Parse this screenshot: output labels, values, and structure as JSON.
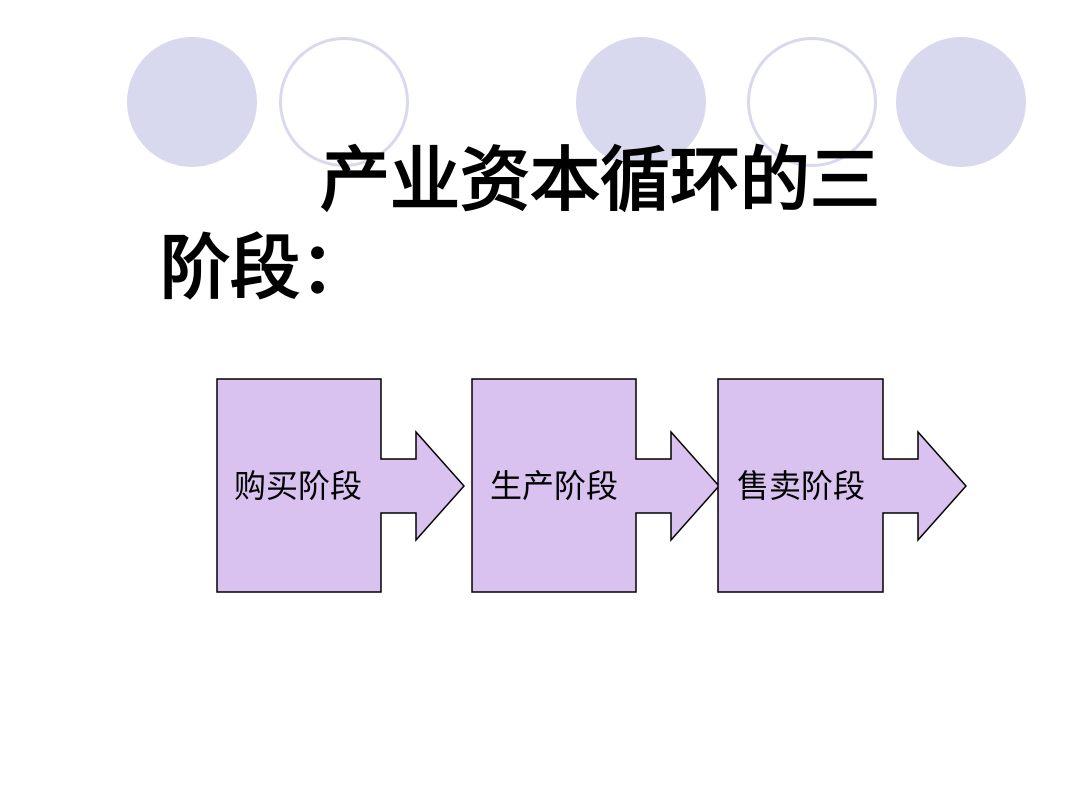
{
  "slide": {
    "title": "产业资本循环的三阶段：",
    "colors": {
      "circle": "#d8d8ee",
      "stage_fill": "#d9c2ef",
      "stage_stroke": "#000000"
    }
  },
  "stages": [
    {
      "label": "购买阶段"
    },
    {
      "label": "生产阶段"
    },
    {
      "label": "售卖阶段"
    }
  ]
}
